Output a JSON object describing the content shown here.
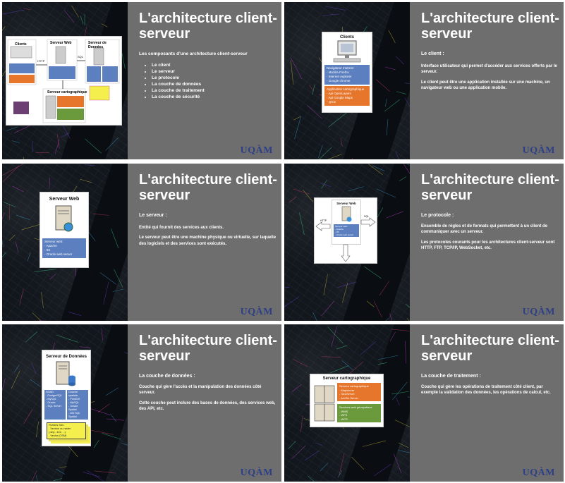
{
  "logo": "UQÀM",
  "slides": [
    {
      "title": "L'architecture client-serveur",
      "subtitle": "Les composants d'une architecture client-serveur",
      "bullets": [
        "Le client",
        "Le serveur",
        "Le protocole",
        "La couche de données",
        "La couche de traitement",
        "La couche de sécurité"
      ],
      "diagram": {
        "clients": "Clients",
        "web": "Serveur Web",
        "db": "Serveur de Données",
        "carto": "Serveur cartographique",
        "http": "HTTP",
        "sql": "SQL"
      }
    },
    {
      "title": "L'architecture client-serveur",
      "heading": "Le client :",
      "paragraphs": [
        "Interface utilisateur qui permet d'accéder aux services offerts par le serveur.",
        "Le client peut être une application installée sur une machine, un navigateur web ou une application mobile."
      ],
      "figure": {
        "title": "Clients",
        "blue_title": "Navigateur Internet",
        "blue_items": [
          "- Mozilla Firefox",
          "- Internet explorer",
          "- Google chrome"
        ],
        "orange_title": "Application cartographique",
        "orange_items": [
          "- Api OpenLayers",
          "- Api Google Maps",
          "- QGis"
        ]
      }
    },
    {
      "title": "L'architecture client-serveur",
      "heading": "Le serveur :",
      "paragraphs": [
        "Entité qui fournit des services aux clients.",
        "Le serveur peut être une machine physique ou virtuelle, sur laquelle des logiciels et des services sont exécutés."
      ],
      "figure": {
        "title": "Serveur Web",
        "blue_title": "Serveur web:",
        "blue_items": [
          "- Apache",
          "- IIS",
          "- Oracle web server"
        ]
      }
    },
    {
      "title": "L'architecture client-serveur",
      "heading": "Le protocole :",
      "paragraphs": [
        "Ensemble de règles et de formats qui permettent à un client de communiquer avec un serveur.",
        "Les protocoles courants pour les architectures client-serveur sont HTTP, FTP, TCP/IP, WebSocket, etc."
      ],
      "figure": {
        "title": "Serveur Web",
        "left_tag": "HTTP",
        "right_tag": "SQL",
        "blue_items": [
          "Serveur web:",
          "- Apache",
          "- IIS",
          "- Oracle web server"
        ]
      }
    },
    {
      "title": "L'architecture client-serveur",
      "heading": "La couche de données :",
      "paragraphs": [
        "Couche qui gère l'accès et la manipulation des données côté serveur.",
        "Cette couche peut inclure des bases de données, des services web, des API, etc."
      ],
      "figure": {
        "title": "Serveur de Données",
        "blue_items": [
          "SGBD:",
          "- PostgreSQL",
          "- MySQL",
          "- Oracle",
          "- SQL Server"
        ],
        "blue2_items": [
          "Couche spatiale:",
          "- PostGIS",
          "- MySQL",
          "- Oracle Spatial",
          "- MS SQL Spatial"
        ],
        "yellow_items": [
          "Fichiers SIG:",
          "- Vecteur ou raster",
          "  (.shp, .kml, ...)",
          "- Vector (OSM)"
        ]
      }
    },
    {
      "title": "L'architecture client-serveur",
      "heading": "La couche de traitement :",
      "paragraphs": [
        "Couche qui gère les opérations de traitement côté client, par exemple la validation des données, les opérations de calcul, etc."
      ],
      "figure": {
        "title": "Serveur cartographique",
        "orange_title": "Serveur cartographique",
        "orange_items": [
          "- Mapserver",
          "- GeoServer",
          "- ArcGis Server"
        ],
        "green_title": "Services web géospatiaux",
        "green_items": [
          "- WMS",
          "- WFS",
          "- WCS"
        ]
      }
    }
  ]
}
